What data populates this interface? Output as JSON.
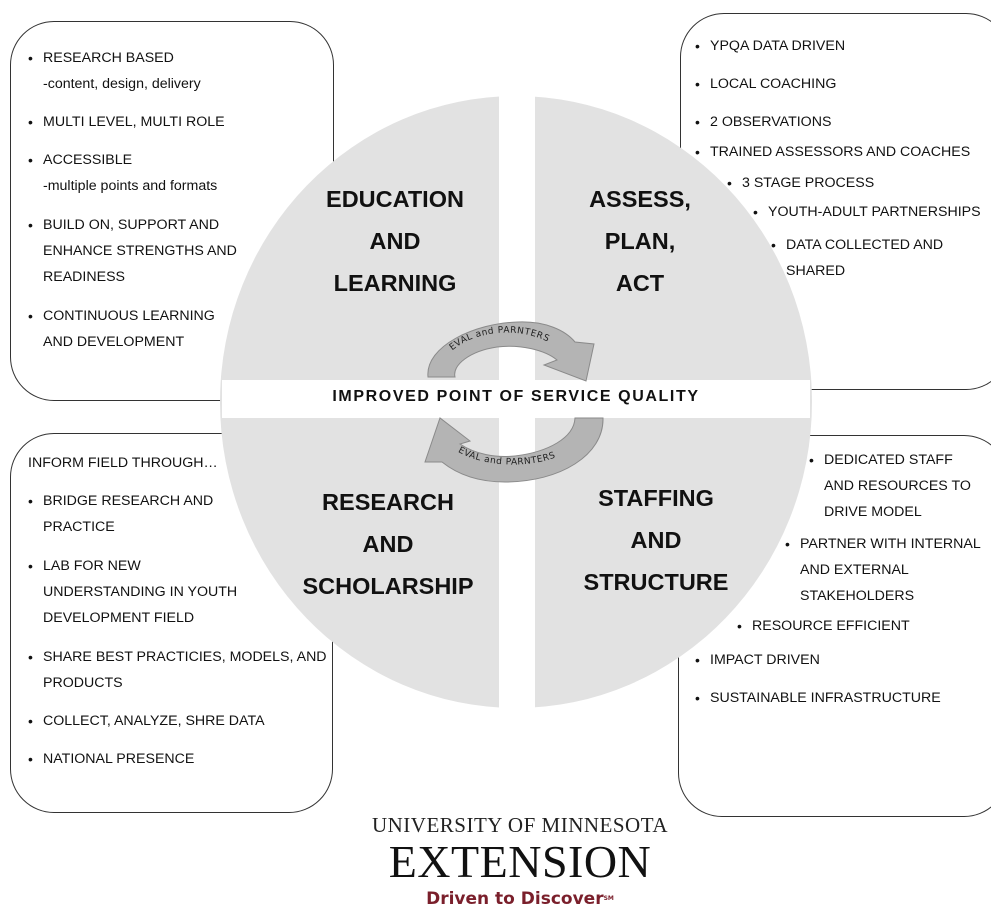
{
  "quadrants": {
    "education": {
      "line1": "EDUCATION",
      "line2": "AND",
      "line3": "LEARNING"
    },
    "assess": {
      "line1": "ASSESS,",
      "line2": "PLAN,",
      "line3": "ACT"
    },
    "research": {
      "line1": "RESEARCH",
      "line2": "AND",
      "line3": "SCHOLARSHIP"
    },
    "staffing": {
      "line1": "STAFFING",
      "line2": "AND",
      "line3": "STRUCTURE"
    }
  },
  "center_title": "IMPROVED POINT OF SERVICE QUALITY",
  "cycle_arrows": {
    "upper": "EVAL and PARNTERS",
    "lower": "EVAL and PARNTERS"
  },
  "box_top_left": {
    "items": [
      {
        "line1": "RESEARCH BASED",
        "line2": "-content, design, delivery"
      },
      {
        "line1": "MULTI LEVEL, MULTI ROLE"
      },
      {
        "line1": "ACCESSIBLE",
        "line2": "-multiple points and formats"
      },
      {
        "line1": "BUILD ON, SUPPORT AND",
        "line2": "ENHANCE STRENGTHS AND",
        "line3": "READINESS"
      },
      {
        "line1": "CONTINUOUS LEARNING",
        "line2": "AND DEVELOPMENT"
      }
    ]
  },
  "box_top_right": {
    "items": [
      {
        "line1": "YPQA DATA DRIVEN"
      },
      {
        "line1": "LOCAL COACHING"
      },
      {
        "line1": "2 OBSERVATIONS"
      },
      {
        "line1": "TRAINED ASSESSORS AND COACHES"
      },
      {
        "line1": "3 STAGE PROCESS"
      },
      {
        "line1": "YOUTH-ADULT PARTNERSHIPS"
      },
      {
        "line1": "DATA COLLECTED AND",
        "line2": "SHARED"
      }
    ]
  },
  "box_bottom_left": {
    "heading": "INFORM FIELD THROUGH…",
    "items": [
      {
        "line1": "BRIDGE RESEARCH AND",
        "line2": "PRACTICE"
      },
      {
        "line1": "LAB FOR NEW",
        "line2": "UNDERSTANDING IN YOUTH",
        "line3": "DEVELOPMENT FIELD"
      },
      {
        "line1": "SHARE BEST PRACTICIES, MODELS, AND",
        "line2": "PRODUCTS"
      },
      {
        "line1": "COLLECT, ANALYZE, SHRE DATA"
      },
      {
        "line1": "NATIONAL PRESENCE"
      }
    ]
  },
  "box_bottom_right": {
    "items": [
      {
        "line1": "DEDICATED STAFF",
        "line2": "AND RESOURCES TO",
        "line3": "DRIVE MODEL"
      },
      {
        "line1": "PARTNER WITH INTERNAL",
        "line2": "AND EXTERNAL",
        "line3": "STAKEHOLDERS"
      },
      {
        "line1": "RESOURCE EFFICIENT"
      },
      {
        "line1": "IMPACT DRIVEN"
      },
      {
        "line1": "SUSTAINABLE INFRASTRUCTURE"
      }
    ]
  },
  "logo": {
    "top": "UNIVERSITY OF MINNESOTA",
    "main": "EXTENSION",
    "tagline": "Driven to Discover",
    "mark": "SM"
  },
  "colors": {
    "circle_fill": "#e2e2e2",
    "arrow_fill": "#b4b4b4",
    "tagline": "#7a1f2b"
  }
}
